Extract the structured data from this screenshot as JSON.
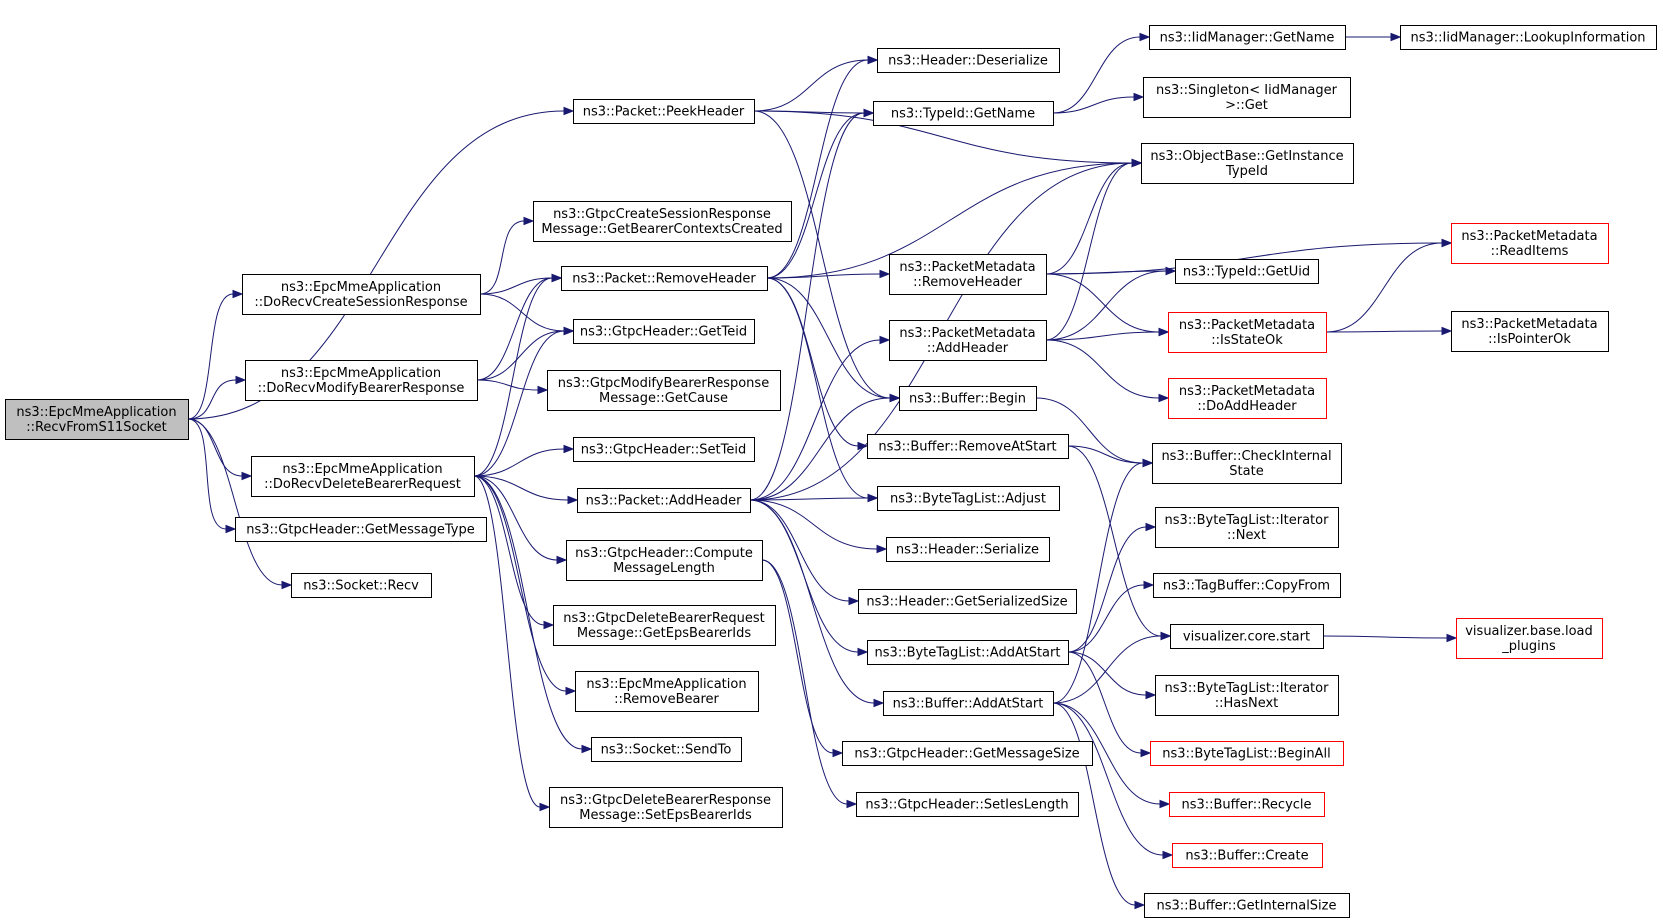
{
  "colors": {
    "edge": "#191970",
    "node_border": "#000000",
    "node_border_truncated": "#ff0000",
    "root_fill": "#bfbfbf",
    "node_fill": "#ffffff"
  },
  "nodes": [
    {
      "id": "root",
      "lines": [
        "ns3::EpcMmeApplication",
        "::RecvFromS11Socket"
      ],
      "root": true
    },
    {
      "id": "doCreate",
      "lines": [
        "ns3::EpcMmeApplication",
        "::DoRecvCreateSessionResponse"
      ]
    },
    {
      "id": "doModify",
      "lines": [
        "ns3::EpcMmeApplication",
        "::DoRecvModifyBearerResponse"
      ]
    },
    {
      "id": "doDelete",
      "lines": [
        "ns3::EpcMmeApplication",
        "::DoRecvDeleteBearerRequest"
      ]
    },
    {
      "id": "getMsgType",
      "lines": [
        "ns3::GtpcHeader::GetMessageType"
      ]
    },
    {
      "id": "socketRecv",
      "lines": [
        "ns3::Socket::Recv"
      ]
    },
    {
      "id": "peekHeader",
      "lines": [
        "ns3::Packet::PeekHeader"
      ]
    },
    {
      "id": "getBearerCtx",
      "lines": [
        "ns3::GtpcCreateSessionResponse",
        "Message::GetBearerContextsCreated"
      ]
    },
    {
      "id": "removeHeader",
      "lines": [
        "ns3::Packet::RemoveHeader"
      ]
    },
    {
      "id": "getTeid",
      "lines": [
        "ns3::GtpcHeader::GetTeid"
      ]
    },
    {
      "id": "getCause",
      "lines": [
        "ns3::GtpcModifyBearerResponse",
        "Message::GetCause"
      ]
    },
    {
      "id": "setTeid",
      "lines": [
        "ns3::GtpcHeader::SetTeid"
      ]
    },
    {
      "id": "addHeader",
      "lines": [
        "ns3::Packet::AddHeader"
      ]
    },
    {
      "id": "computeLen",
      "lines": [
        "ns3::GtpcHeader::Compute",
        "MessageLength"
      ]
    },
    {
      "id": "getEpsIds",
      "lines": [
        "ns3::GtpcDeleteBearerRequest",
        "Message::GetEpsBearerIds"
      ]
    },
    {
      "id": "removeBearer",
      "lines": [
        "ns3::EpcMmeApplication",
        "::RemoveBearer"
      ]
    },
    {
      "id": "sendTo",
      "lines": [
        "ns3::Socket::SendTo"
      ]
    },
    {
      "id": "setEpsIds",
      "lines": [
        "ns3::GtpcDeleteBearerResponse",
        "Message::SetEpsBearerIds"
      ]
    },
    {
      "id": "hdrDeser",
      "lines": [
        "ns3::Header::Deserialize"
      ]
    },
    {
      "id": "typeGetName",
      "lines": [
        "ns3::TypeId::GetName"
      ]
    },
    {
      "id": "pmRemove",
      "lines": [
        "ns3::PacketMetadata",
        "::RemoveHeader"
      ]
    },
    {
      "id": "pmAdd",
      "lines": [
        "ns3::PacketMetadata",
        "::AddHeader"
      ]
    },
    {
      "id": "bufBegin",
      "lines": [
        "ns3::Buffer::Begin"
      ]
    },
    {
      "id": "bufRemoveStart",
      "lines": [
        "ns3::Buffer::RemoveAtStart"
      ]
    },
    {
      "id": "btlAdjust",
      "lines": [
        "ns3::ByteTagList::Adjust"
      ]
    },
    {
      "id": "hdrSer",
      "lines": [
        "ns3::Header::Serialize"
      ]
    },
    {
      "id": "hdrSize",
      "lines": [
        "ns3::Header::GetSerializedSize"
      ]
    },
    {
      "id": "btlAddStart",
      "lines": [
        "ns3::ByteTagList::AddAtStart"
      ]
    },
    {
      "id": "bufAddStart",
      "lines": [
        "ns3::Buffer::AddAtStart"
      ]
    },
    {
      "id": "getMsgSize",
      "lines": [
        "ns3::GtpcHeader::GetMessageSize"
      ]
    },
    {
      "id": "setIesLen",
      "lines": [
        "ns3::GtpcHeader::SetIesLength"
      ]
    },
    {
      "id": "iidGetName",
      "lines": [
        "ns3::IidManager::GetName"
      ]
    },
    {
      "id": "singletonGet",
      "lines": [
        "ns3::Singleton< IidManager",
        ">::Get"
      ]
    },
    {
      "id": "objGetInst",
      "lines": [
        "ns3::ObjectBase::GetInstance",
        "TypeId"
      ]
    },
    {
      "id": "typeGetUid",
      "lines": [
        "ns3::TypeId::GetUid"
      ]
    },
    {
      "id": "pmIsStateOk",
      "lines": [
        "ns3::PacketMetadata",
        "::IsStateOk"
      ],
      "truncated": true
    },
    {
      "id": "pmDoAdd",
      "lines": [
        "ns3::PacketMetadata",
        "::DoAddHeader"
      ],
      "truncated": true
    },
    {
      "id": "bufCheck",
      "lines": [
        "ns3::Buffer::CheckInternal",
        "State"
      ]
    },
    {
      "id": "btlIterNext",
      "lines": [
        "ns3::ByteTagList::Iterator",
        "::Next"
      ]
    },
    {
      "id": "tagCopy",
      "lines": [
        "ns3::TagBuffer::CopyFrom"
      ]
    },
    {
      "id": "vizStart",
      "lines": [
        "visualizer.core.start"
      ]
    },
    {
      "id": "btlIterHasNext",
      "lines": [
        "ns3::ByteTagList::Iterator",
        "::HasNext"
      ]
    },
    {
      "id": "btlBeginAll",
      "lines": [
        "ns3::ByteTagList::BeginAll"
      ],
      "truncated": true
    },
    {
      "id": "bufRecycle",
      "lines": [
        "ns3::Buffer::Recycle"
      ],
      "truncated": true
    },
    {
      "id": "bufCreate",
      "lines": [
        "ns3::Buffer::Create"
      ],
      "truncated": true
    },
    {
      "id": "bufIntSize",
      "lines": [
        "ns3::Buffer::GetInternalSize"
      ]
    },
    {
      "id": "iidLookup",
      "lines": [
        "ns3::IidManager::LookupInformation"
      ]
    },
    {
      "id": "pmReadItems",
      "lines": [
        "ns3::PacketMetadata",
        "::ReadItems"
      ],
      "truncated": true
    },
    {
      "id": "pmIsPtrOk",
      "lines": [
        "ns3::PacketMetadata",
        "::IsPointerOk"
      ]
    },
    {
      "id": "vizLoad",
      "lines": [
        "visualizer.base.load",
        "_plugins"
      ],
      "truncated": true
    }
  ],
  "edges": [
    [
      "root",
      "peekHeader"
    ],
    [
      "root",
      "doCreate"
    ],
    [
      "root",
      "doModify"
    ],
    [
      "root",
      "doDelete"
    ],
    [
      "root",
      "getMsgType"
    ],
    [
      "root",
      "socketRecv"
    ],
    [
      "doCreate",
      "getBearerCtx"
    ],
    [
      "doCreate",
      "removeHeader"
    ],
    [
      "doCreate",
      "getTeid"
    ],
    [
      "doModify",
      "removeHeader"
    ],
    [
      "doModify",
      "getTeid"
    ],
    [
      "doModify",
      "getCause"
    ],
    [
      "doDelete",
      "removeHeader"
    ],
    [
      "doDelete",
      "getTeid"
    ],
    [
      "doDelete",
      "setTeid"
    ],
    [
      "doDelete",
      "addHeader"
    ],
    [
      "doDelete",
      "computeLen"
    ],
    [
      "doDelete",
      "getEpsIds"
    ],
    [
      "doDelete",
      "removeBearer"
    ],
    [
      "doDelete",
      "sendTo"
    ],
    [
      "doDelete",
      "setEpsIds"
    ],
    [
      "peekHeader",
      "hdrDeser"
    ],
    [
      "peekHeader",
      "typeGetName"
    ],
    [
      "peekHeader",
      "objGetInst"
    ],
    [
      "peekHeader",
      "bufBegin"
    ],
    [
      "removeHeader",
      "hdrDeser"
    ],
    [
      "removeHeader",
      "typeGetName"
    ],
    [
      "removeHeader",
      "objGetInst"
    ],
    [
      "removeHeader",
      "pmRemove"
    ],
    [
      "removeHeader",
      "bufBegin"
    ],
    [
      "removeHeader",
      "bufRemoveStart"
    ],
    [
      "removeHeader",
      "btlAdjust"
    ],
    [
      "addHeader",
      "typeGetName"
    ],
    [
      "addHeader",
      "objGetInst"
    ],
    [
      "addHeader",
      "pmAdd"
    ],
    [
      "addHeader",
      "bufBegin"
    ],
    [
      "addHeader",
      "btlAdjust"
    ],
    [
      "addHeader",
      "hdrSer"
    ],
    [
      "addHeader",
      "hdrSize"
    ],
    [
      "addHeader",
      "btlAddStart"
    ],
    [
      "addHeader",
      "bufAddStart"
    ],
    [
      "computeLen",
      "getMsgSize"
    ],
    [
      "computeLen",
      "setIesLen"
    ],
    [
      "typeGetName",
      "iidGetName"
    ],
    [
      "typeGetName",
      "singletonGet"
    ],
    [
      "iidGetName",
      "iidLookup"
    ],
    [
      "pmRemove",
      "objGetInst"
    ],
    [
      "pmRemove",
      "pmReadItems"
    ],
    [
      "pmRemove",
      "typeGetUid"
    ],
    [
      "pmRemove",
      "pmIsStateOk"
    ],
    [
      "pmAdd",
      "objGetInst"
    ],
    [
      "pmAdd",
      "typeGetUid"
    ],
    [
      "pmAdd",
      "pmIsStateOk"
    ],
    [
      "pmAdd",
      "pmDoAdd"
    ],
    [
      "pmIsStateOk",
      "pmReadItems"
    ],
    [
      "pmIsStateOk",
      "pmIsPtrOk"
    ],
    [
      "bufBegin",
      "bufCheck"
    ],
    [
      "bufRemoveStart",
      "bufCheck"
    ],
    [
      "bufRemoveStart",
      "vizStart"
    ],
    [
      "btlAddStart",
      "btlIterNext"
    ],
    [
      "btlAddStart",
      "tagCopy"
    ],
    [
      "btlAddStart",
      "btlIterHasNext"
    ],
    [
      "btlAddStart",
      "btlBeginAll"
    ],
    [
      "bufAddStart",
      "bufCheck"
    ],
    [
      "bufAddStart",
      "vizStart"
    ],
    [
      "bufAddStart",
      "bufRecycle"
    ],
    [
      "bufAddStart",
      "bufCreate"
    ],
    [
      "bufAddStart",
      "bufIntSize"
    ],
    [
      "vizStart",
      "vizLoad"
    ]
  ]
}
